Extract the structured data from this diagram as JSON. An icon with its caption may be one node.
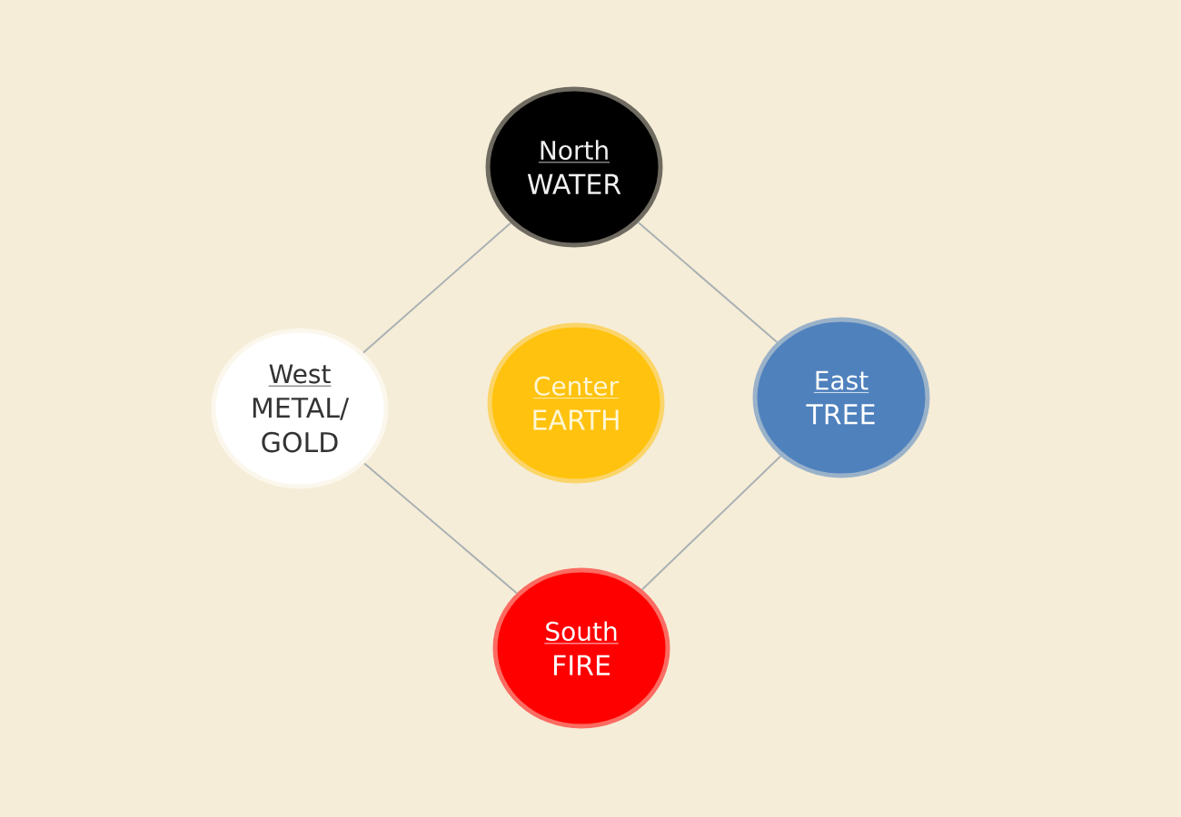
{
  "diagram": {
    "nodes": [
      {
        "text": [
          "North",
          "WATER"
        ]
      },
      {
        "text": [
          "West",
          "METAL/ GOLD"
        ]
      },
      {
        "text": [
          "Center",
          "EARTH"
        ]
      },
      {
        "text": [
          "East",
          "TREE"
        ]
      },
      {
        "text": [
          "South",
          "FIRE"
        ]
      }
    ],
    "edges": [
      {
        "from": 0,
        "to": 1,
        "arrow": "none"
      },
      {
        "from": 0,
        "to": 3,
        "arrow": "none"
      },
      {
        "from": 1,
        "to": 4,
        "arrow": "none"
      },
      {
        "from": 3,
        "to": 4,
        "arrow": "none"
      }
    ]
  }
}
